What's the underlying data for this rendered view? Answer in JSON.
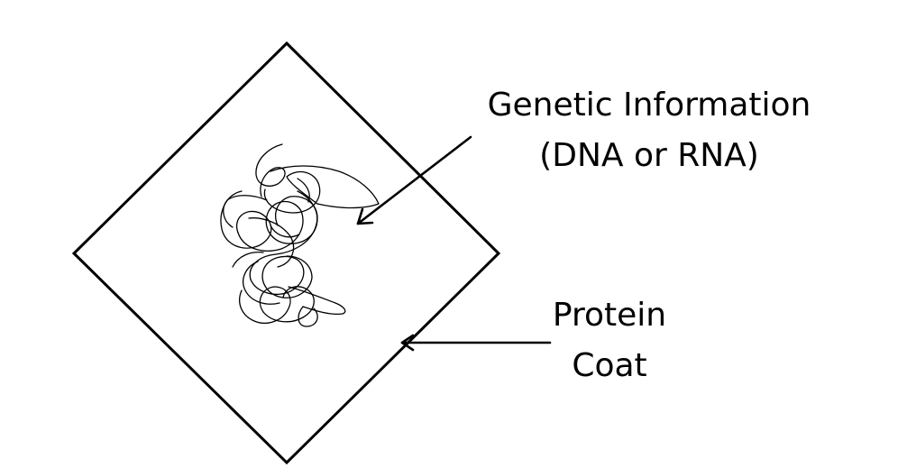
{
  "labels": {
    "genetic": {
      "line1": "Genetic Information",
      "line2": "(DNA or RNA)"
    },
    "protein": {
      "line1": "Protein",
      "line2": "Coat"
    }
  },
  "colors": {
    "stroke": "#000000",
    "background": "#ffffff"
  }
}
